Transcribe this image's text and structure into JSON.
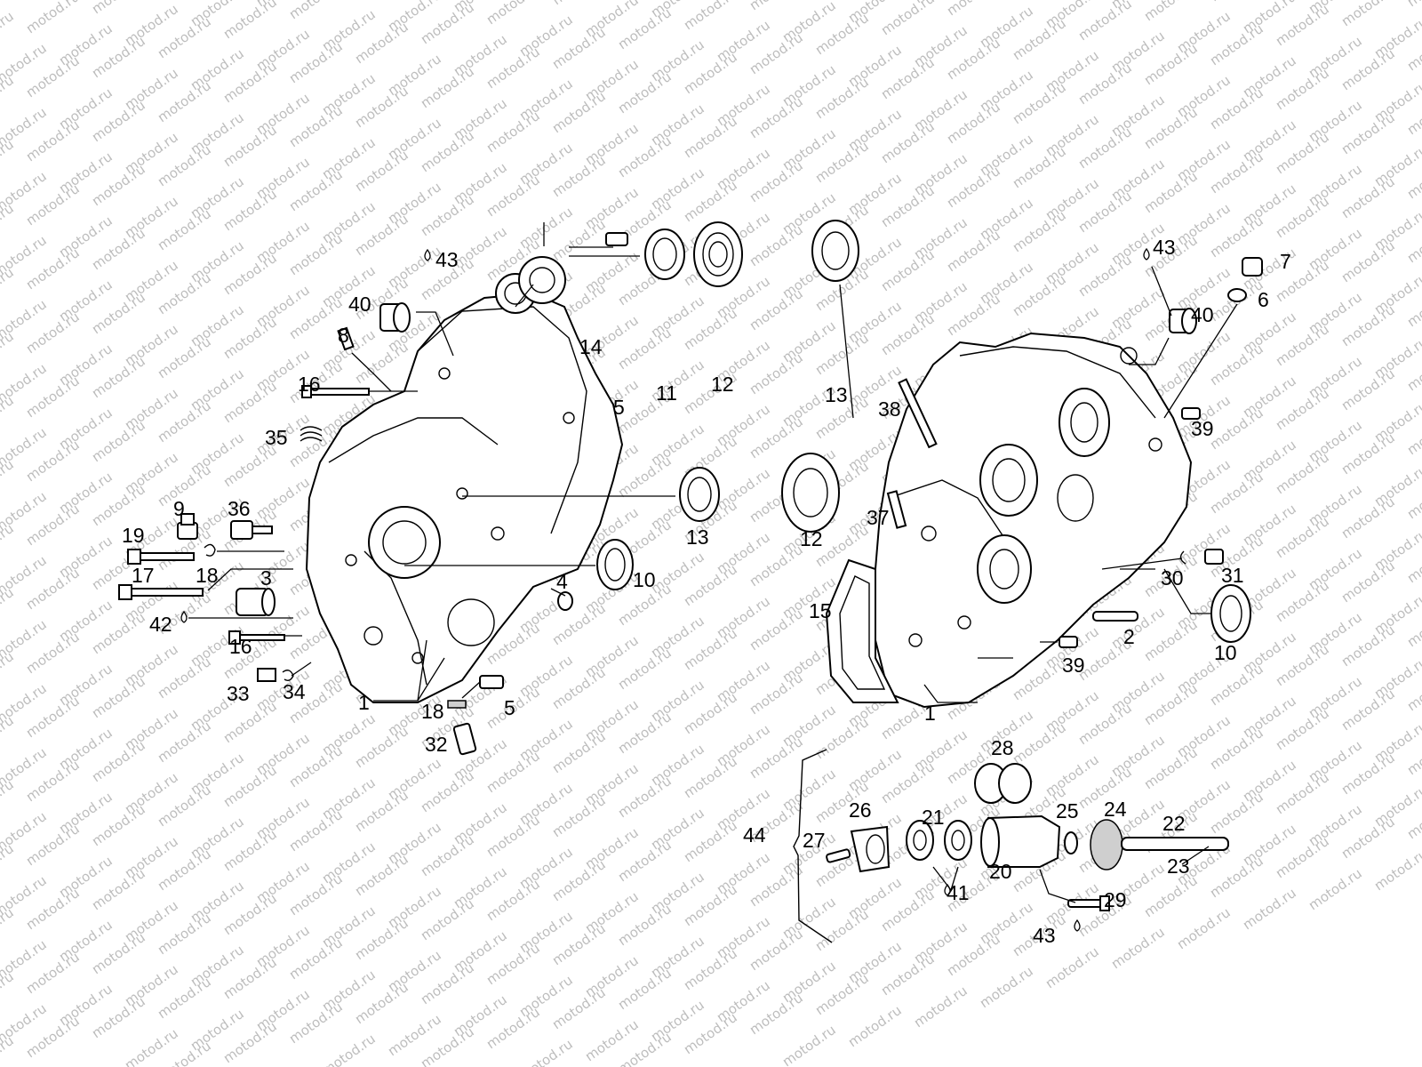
{
  "watermark": {
    "text": "motod.ru"
  },
  "labels": {
    "l43a": "43",
    "l40a": "40",
    "l8": "8",
    "l16a": "16",
    "l35": "35",
    "l14": "14",
    "l5a": "5",
    "l11": "11",
    "l12a": "12",
    "l13a": "13",
    "l9": "9",
    "l36": "36",
    "l19": "19",
    "l18a": "18",
    "l17": "17",
    "l3": "3",
    "l4": "4",
    "l10a": "10",
    "l42": "42",
    "l16b": "16",
    "l33": "33",
    "l34": "34",
    "l1a": "1",
    "l18b": "18",
    "l5b": "5",
    "l32": "32",
    "l13b": "13",
    "l12b": "12",
    "l38": "38",
    "l37": "37",
    "l15": "15",
    "l43b": "43",
    "l7": "7",
    "l6": "6",
    "l40b": "40",
    "l39a": "39",
    "l30": "30",
    "l31": "31",
    "l10b": "10",
    "l2": "2",
    "l39b": "39",
    "l1b": "1",
    "l28": "28",
    "l44": "44",
    "l27": "27",
    "l26": "26",
    "l21": "21",
    "l25": "25",
    "l24": "24",
    "l22": "22",
    "l20": "20",
    "l23": "23",
    "l41": "41",
    "l29": "29",
    "l43c": "43"
  }
}
